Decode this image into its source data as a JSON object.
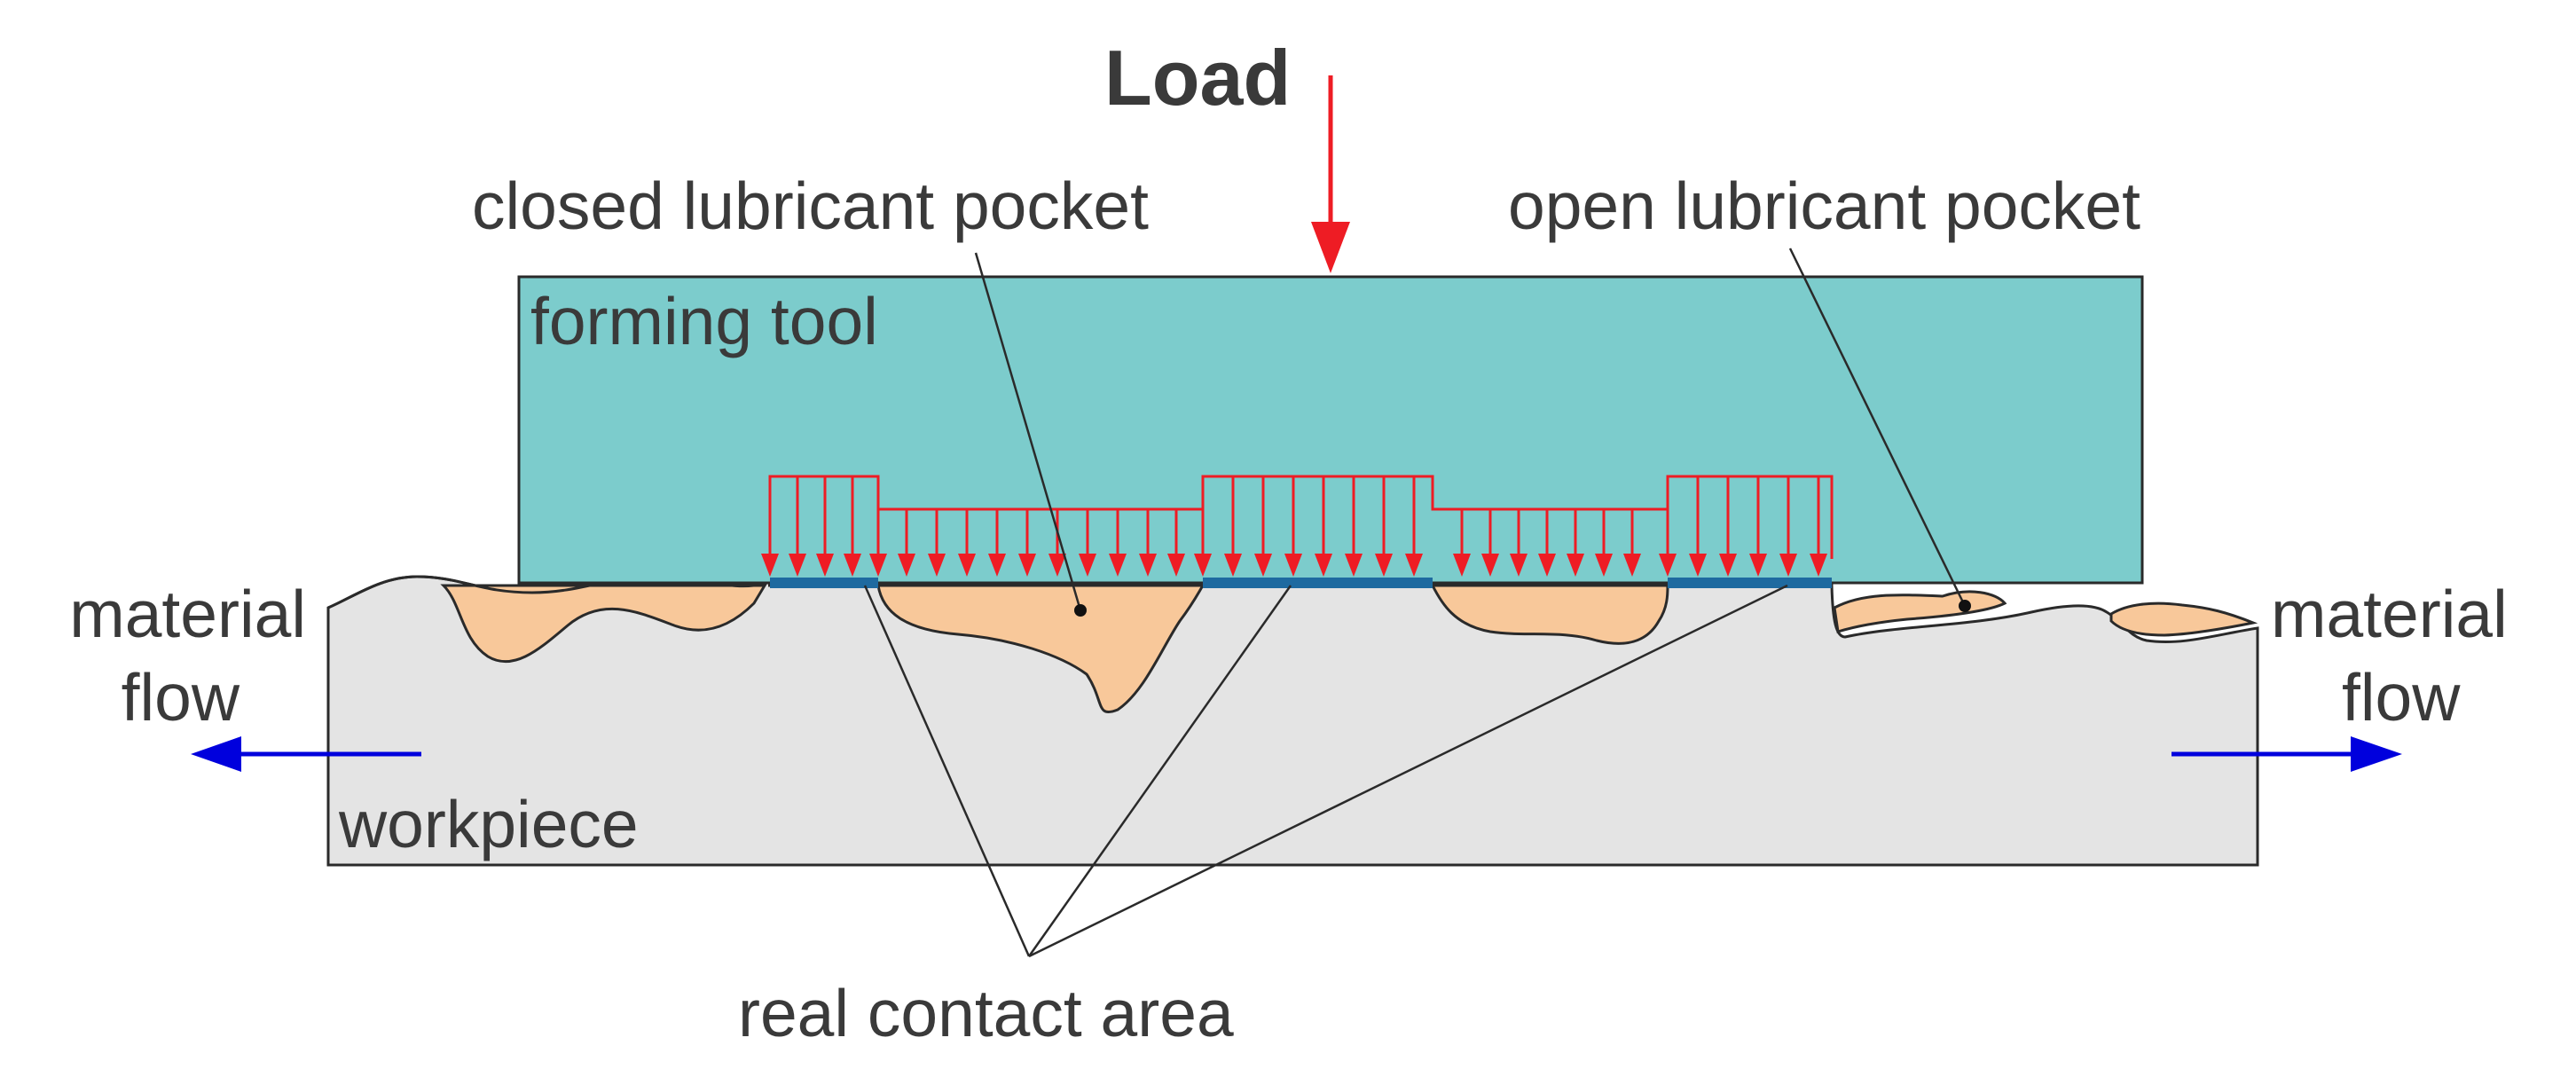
{
  "labels": {
    "load": "Load",
    "closed_pocket": "closed lubricant pocket",
    "open_pocket": "open lubricant pocket",
    "forming_tool": "forming tool",
    "material_flow_left_1": "material",
    "material_flow_left_2": "flow",
    "material_flow_right_1": "material",
    "material_flow_right_2": "flow",
    "workpiece": "workpiece",
    "real_contact_area": "real contact area"
  },
  "colors": {
    "tool_fill": "#7ccccc",
    "workpiece_fill": "#e4e4e4",
    "lubricant_fill": "#f8c89a",
    "contact_fill": "#1e6aa0",
    "pressure_arrows": "#ee1c24",
    "flow_arrows": "#0000dd",
    "outline": "#2a2a2a"
  }
}
